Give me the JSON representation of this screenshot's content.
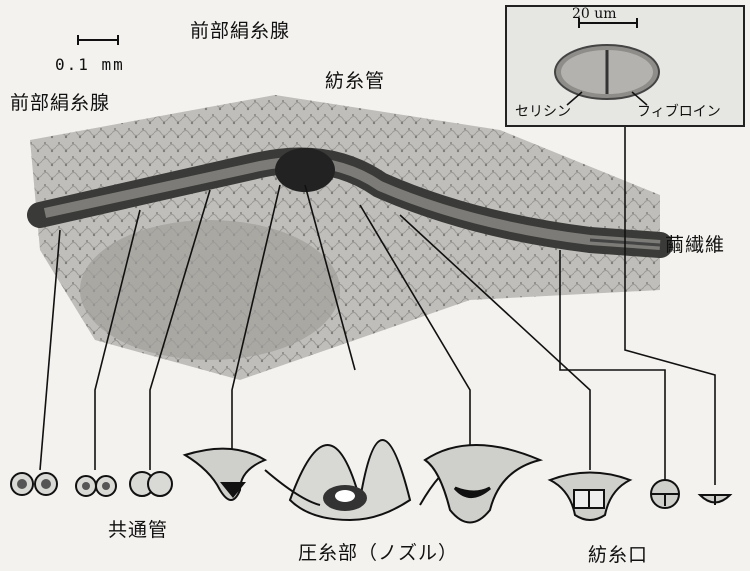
{
  "labels": {
    "top_gland": "前部絹糸腺",
    "left_gland": "前部絹糸腺",
    "scale_bar": "0.1 mm",
    "spinning_tube": "紡糸管",
    "common_duct": "共通管",
    "press": "圧糸部（ノズル）",
    "spinneret": "紡糸口",
    "fiber": "繭繊維"
  },
  "inset": {
    "scale_bar": "20 um",
    "sericin": "セリシン",
    "fibroin": "フィブロイン"
  }
}
